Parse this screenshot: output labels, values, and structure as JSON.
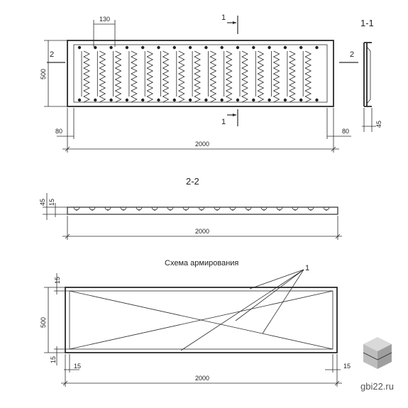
{
  "plan": {
    "dim_width": "2000",
    "dim_height": "500",
    "dim_left": "80",
    "dim_right": "80",
    "dim_spacing": "130",
    "cut1_top": "1",
    "cut1_bottom": "1",
    "cut2_left": "2",
    "cut2_right": "2"
  },
  "section_1_1": {
    "label": "1-1",
    "dim": "45"
  },
  "section_2_2": {
    "label": "2-2",
    "dim_total": "45",
    "dim_top": "15",
    "dim_width": "2000"
  },
  "reinforcement": {
    "caption": "Схема армирования",
    "leader_mark": "1",
    "dim_height": "500",
    "dim_top": "15",
    "dim_bottom": "15",
    "dim_left": "15",
    "dim_right": "15",
    "dim_width": "2000"
  },
  "logo": {
    "text": "gbi22.ru",
    "colors": {
      "top": "#d9d9d9",
      "side": "#9e9e9e",
      "front": "#bdbdbd"
    }
  }
}
